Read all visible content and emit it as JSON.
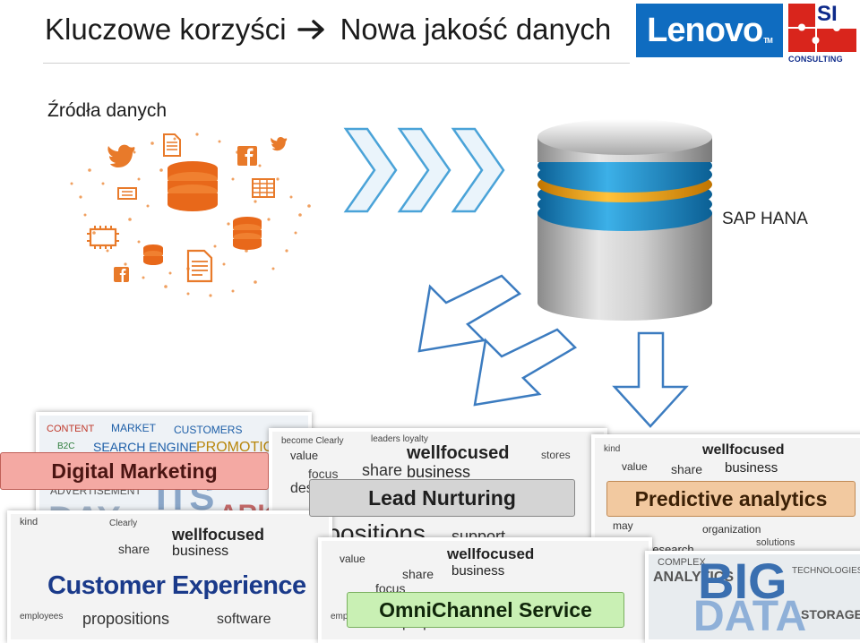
{
  "header": {
    "title_left": "Kluczowe korzyści",
    "title_right": "Nowa jakość danych",
    "arrow_icon": "right-arrow-icon"
  },
  "logos": {
    "lenovo": "Lenovo",
    "lenovo_tm": "TM",
    "si": "SI",
    "consulting": "CONSULTING"
  },
  "diagram": {
    "sources_label": "Źródła danych",
    "target_label": "SAP HANA",
    "source_icons": [
      "twitter-icon",
      "facebook-icon",
      "document-icon",
      "database-icon",
      "spreadsheet-icon",
      "chip-icon"
    ]
  },
  "benefits": {
    "digital_marketing": "Digital Marketing",
    "lead_nurturing": "Lead Nurturing",
    "predictive_analytics": "Predictive analytics",
    "customer_experience": "Customer Experience",
    "omnichannel_service": "OmniChannel Service"
  },
  "colors": {
    "lenovo_blue": "#0f6cc0",
    "si_red": "#d9251c",
    "si_blue": "#0d2a8a",
    "arrow_blue": "#3c7cc0",
    "chevron_blue": "#4aa3d8"
  }
}
